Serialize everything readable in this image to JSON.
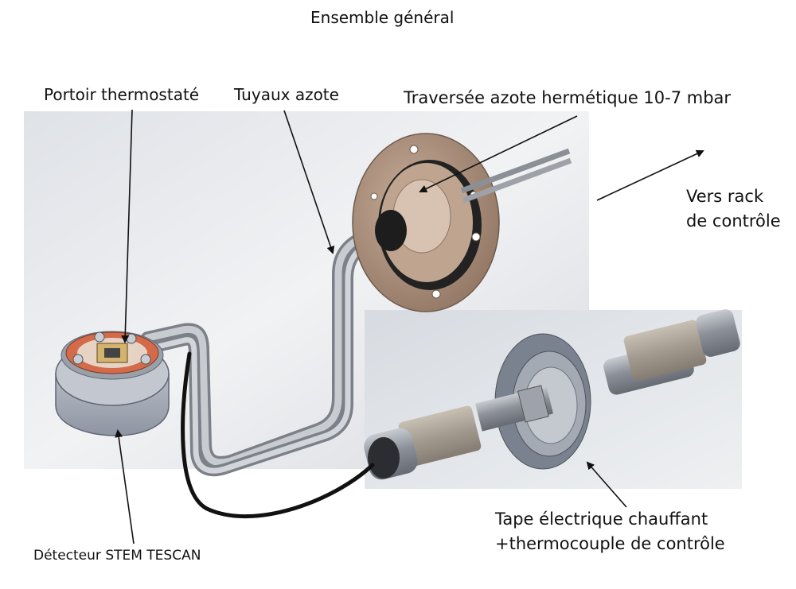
{
  "title": "Ensemble général",
  "labels": {
    "portoir": "Portoir thermostaté",
    "tuyaux": "Tuyaux azote",
    "traversee": "Traversée azote hermétique 10-7 mbar",
    "rack_line1": "Vers rack",
    "rack_line2": "de contrôle",
    "tape_line1": "Tape électrique chauffant",
    "tape_line2": "+thermocouple de contrôle",
    "detecteur": "Détecteur STEM TESCAN"
  },
  "colors": {
    "background_panel": "#e4e7ec",
    "copper": "#b89a84",
    "steel": "#b9bcc2",
    "cable": "#111111",
    "ring": "#8e8b86",
    "heater": "#d36b4a"
  }
}
